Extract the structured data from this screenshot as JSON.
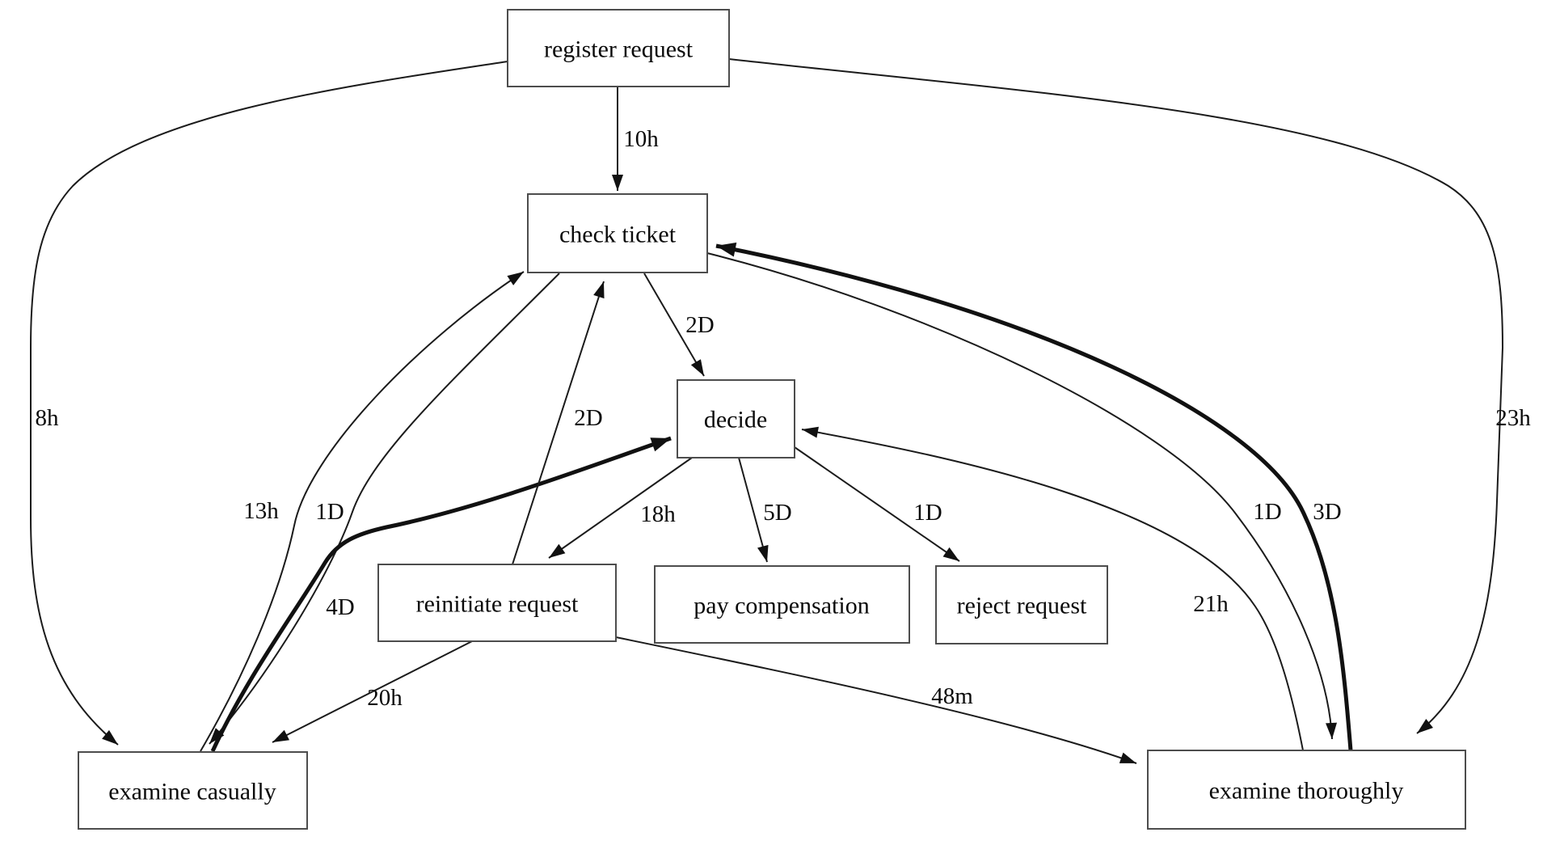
{
  "diagram": {
    "type": "directed-graph-performance-dfg",
    "background_color": "#ffffff",
    "node_fill_color": "#ffffff",
    "node_border_color": "#4d4d4d",
    "edge_color": "#1b1b1b",
    "text_color": "#0a0a0a"
  },
  "nodes": [
    {
      "id": "register-request",
      "label": "register request"
    },
    {
      "id": "check-ticket",
      "label": "check ticket"
    },
    {
      "id": "decide",
      "label": "decide"
    },
    {
      "id": "reinitiate-request",
      "label": "reinitiate request"
    },
    {
      "id": "pay-compensation",
      "label": "pay compensation"
    },
    {
      "id": "reject-request",
      "label": "reject request"
    },
    {
      "id": "examine-casually",
      "label": "examine casually"
    },
    {
      "id": "examine-thoroughly",
      "label": "examine thoroughly"
    }
  ],
  "edges": [
    {
      "from": "register request",
      "to": "check ticket",
      "label": "10h",
      "thick": false
    },
    {
      "from": "register request",
      "to": "examine casually",
      "label": "8h",
      "thick": false
    },
    {
      "from": "register request",
      "to": "examine thoroughly",
      "label": "23h",
      "thick": false
    },
    {
      "from": "check ticket",
      "to": "decide",
      "label": "2D",
      "thick": false
    },
    {
      "from": "check ticket",
      "to": "examine casually",
      "label": "1D",
      "thick": false
    },
    {
      "from": "examine casually",
      "to": "check ticket",
      "label": "13h",
      "thick": false
    },
    {
      "from": "check ticket",
      "to": "examine thoroughly",
      "label": "1D",
      "thick": false
    },
    {
      "from": "examine thoroughly",
      "to": "check ticket",
      "label": "3D",
      "thick": true
    },
    {
      "from": "examine thoroughly",
      "to": "decide",
      "label": "21h",
      "thick": false
    },
    {
      "from": "examine casually",
      "to": "decide",
      "label": "4D",
      "thick": true
    },
    {
      "from": "decide",
      "to": "reinitiate request",
      "label": "18h",
      "thick": false
    },
    {
      "from": "decide",
      "to": "pay compensation",
      "label": "5D",
      "thick": false
    },
    {
      "from": "decide",
      "to": "reject request",
      "label": "1D",
      "thick": false
    },
    {
      "from": "reinitiate request",
      "to": "check ticket",
      "label": "2D",
      "thick": false
    },
    {
      "from": "reinitiate request",
      "to": "examine casually",
      "label": "20h",
      "thick": false
    },
    {
      "from": "reinitiate request",
      "to": "examine thoroughly",
      "label": "48m",
      "thick": false
    }
  ]
}
